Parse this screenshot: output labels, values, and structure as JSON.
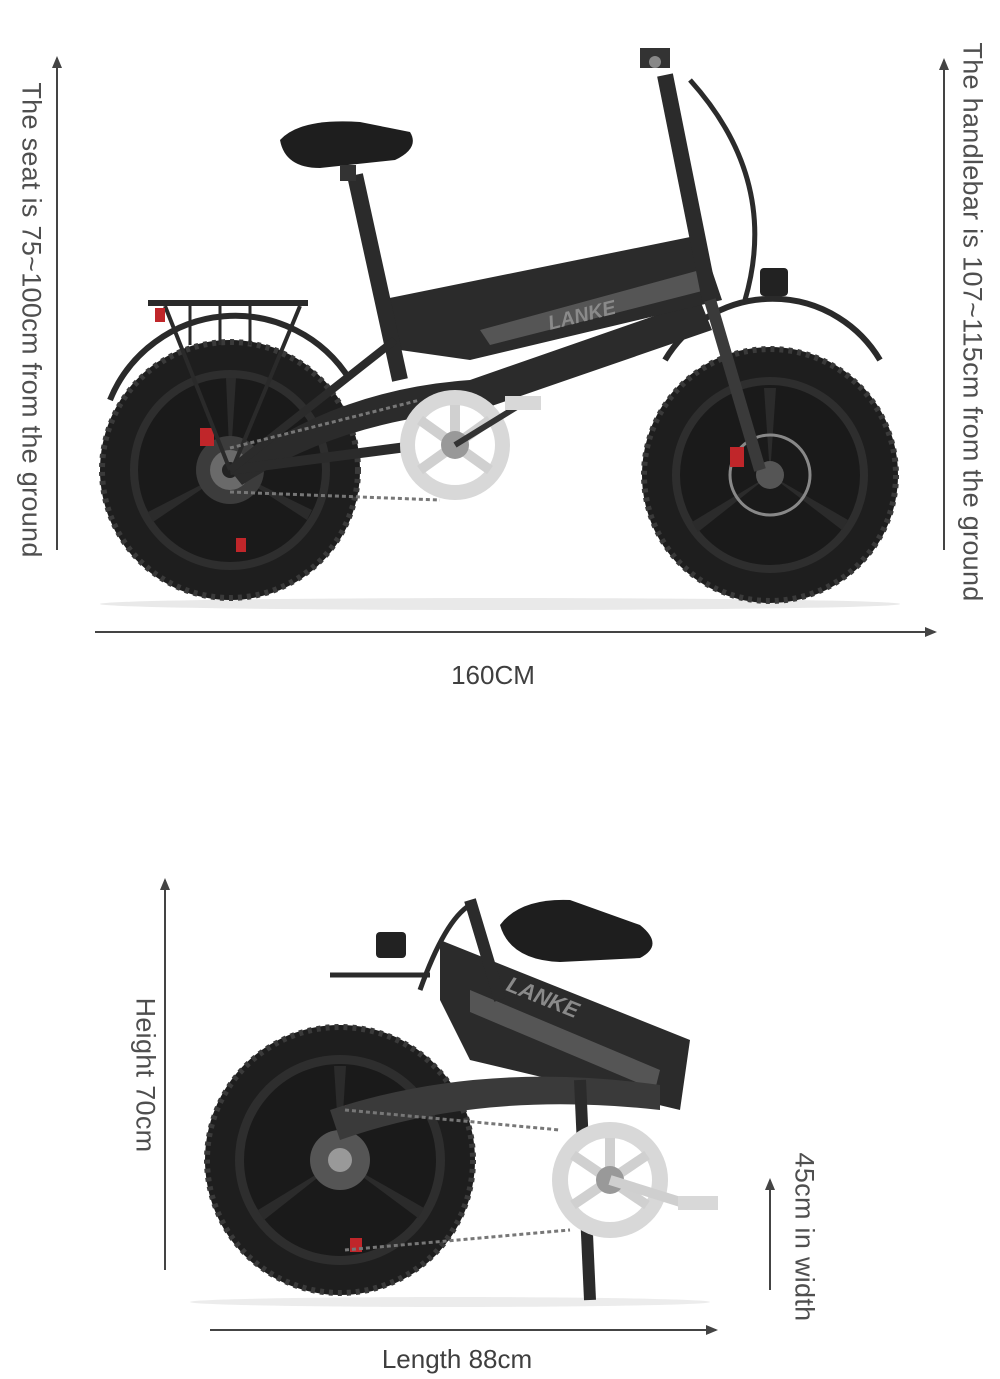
{
  "unfolded": {
    "seat_label": "The seat is 75~100cm from the ground",
    "handlebar_label": "The handlebar is 107~115cm from the ground",
    "length_label": "160CM",
    "brand": "LANKE"
  },
  "folded": {
    "height_label": "Height 70cm",
    "width_label": "45cm in width",
    "length_label": "Length 88cm",
    "brand": "LANKE"
  },
  "colors": {
    "frame": "#2b2b2b",
    "frame_accent": "#555555",
    "tire": "#1e1e1e",
    "chainring": "#d8d8d8",
    "brake_red": "#c0262a",
    "arrow": "#444444"
  }
}
